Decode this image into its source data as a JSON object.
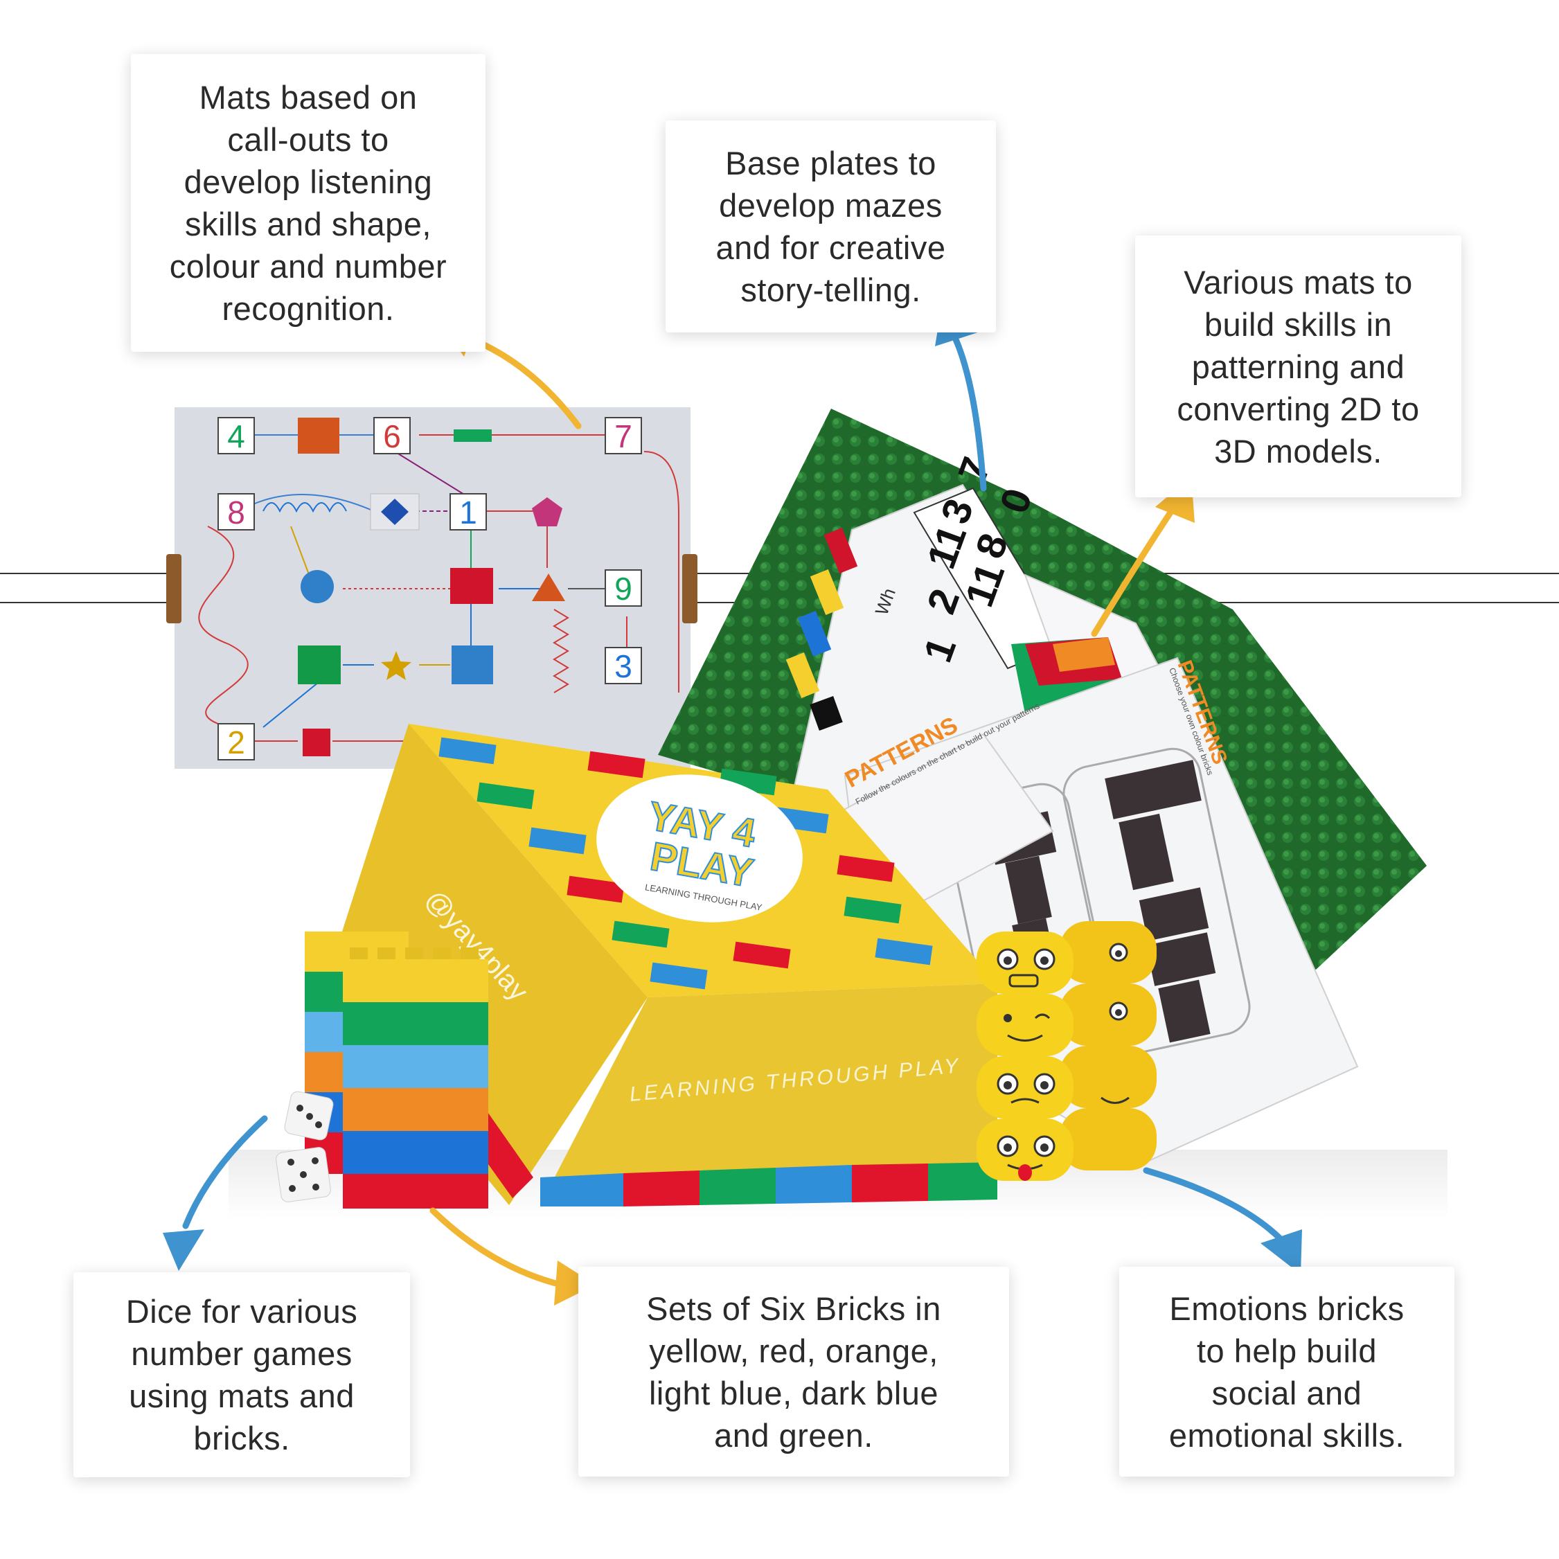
{
  "callouts": {
    "mats_callouts": [
      "Mats based on",
      "call-outs to",
      "develop listening",
      "skills and shape,",
      "colour and number",
      "recognition."
    ],
    "base_plates": [
      "Base plates to",
      "develop mazes",
      "and for creative",
      "story-telling."
    ],
    "pattern_mats": [
      "Various mats to",
      "build skills in",
      "patterning and",
      "converting 2D to",
      "3D models."
    ],
    "dice": [
      "Dice for various",
      "number games",
      "using mats and",
      "bricks."
    ],
    "six_bricks": [
      "Sets of Six Bricks in",
      "yellow, red, orange,",
      "light blue, dark blue",
      "and green."
    ],
    "emotion_bricks": [
      "Emotions bricks",
      "to help build",
      "social and",
      "emotional skills."
    ]
  },
  "mat": {
    "numbers": [
      "4",
      "6",
      "7",
      "8",
      "1",
      "9",
      "3",
      "2"
    ]
  },
  "box": {
    "logo_line1": "YAY 4",
    "logo_line2": "PLAY",
    "logo_tagline": "LEARNING THROUGH PLAY",
    "handle": "@yay4play",
    "front_text": "LEARNING THROUGH PLAY"
  },
  "sheets": {
    "heading": "PATTERNS",
    "instruction": "Follow the colours on the chart to build out your patterns",
    "instruction_2": "Choose your own colour bricks",
    "number_row_1": [
      "1",
      "2",
      "11",
      "3",
      "7"
    ],
    "number_row_2": [
      "11",
      "8",
      "0"
    ],
    "prompt_partial": "Wh"
  },
  "colors": {
    "arrow_yellow": "#F2B531",
    "arrow_blue": "#3F93CE",
    "brick_yellow": "#F4CF2E",
    "brick_red": "#E0142B",
    "brick_orange": "#F08A24",
    "brick_light_blue": "#5DB3EA",
    "brick_dark_blue": "#1E73D6",
    "brick_green": "#12A55A",
    "base_plate_green": "#1F6A2B"
  }
}
